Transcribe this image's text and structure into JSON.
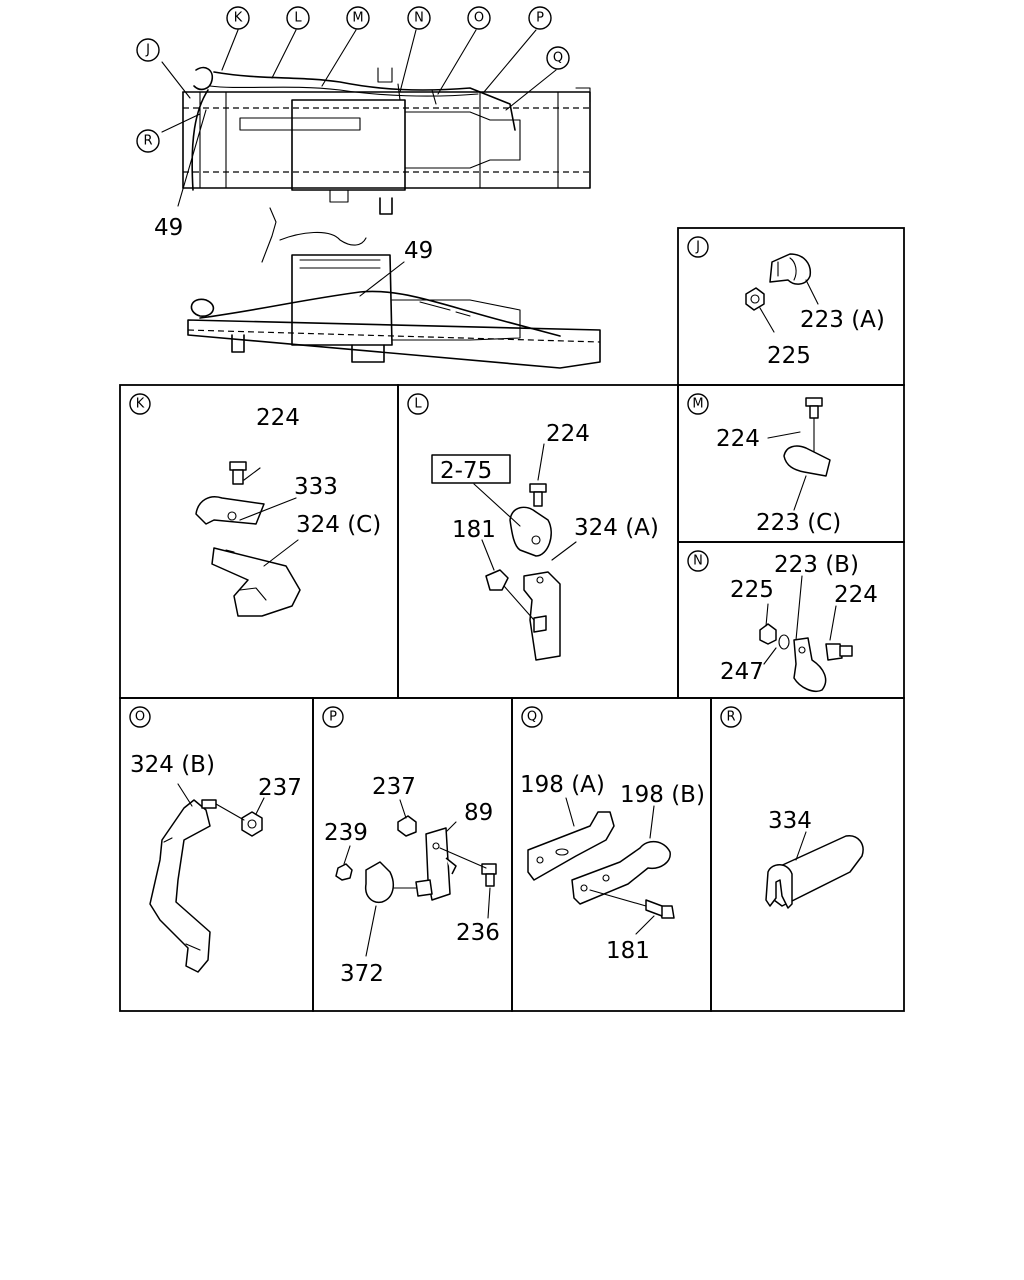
{
  "overview": {
    "callouts": [
      "K",
      "L",
      "M",
      "N",
      "O",
      "P",
      "Q",
      "J",
      "R"
    ],
    "part_top": "49",
    "part_side": "49"
  },
  "panels": {
    "J": {
      "letter": "J",
      "labels": [
        "223 (A)",
        "225"
      ]
    },
    "K": {
      "letter": "K",
      "labels": [
        "224",
        "333",
        "324 (C)"
      ]
    },
    "L": {
      "letter": "L",
      "ref_box": "2-75",
      "labels": [
        "224",
        "181",
        "324 (A)"
      ]
    },
    "M": {
      "letter": "M",
      "labels": [
        "224",
        "223 (C)"
      ]
    },
    "N": {
      "letter": "N",
      "labels": [
        "223 (B)",
        "225",
        "224",
        "247"
      ]
    },
    "O": {
      "letter": "O",
      "labels": [
        "324 (B)",
        "237"
      ]
    },
    "P": {
      "letter": "P",
      "labels": [
        "237",
        "89",
        "239",
        "236",
        "372"
      ]
    },
    "Q": {
      "letter": "Q",
      "labels": [
        "198 (A)",
        "198 (B)",
        "181"
      ]
    },
    "R": {
      "letter": "R",
      "labels": [
        "334"
      ]
    }
  }
}
